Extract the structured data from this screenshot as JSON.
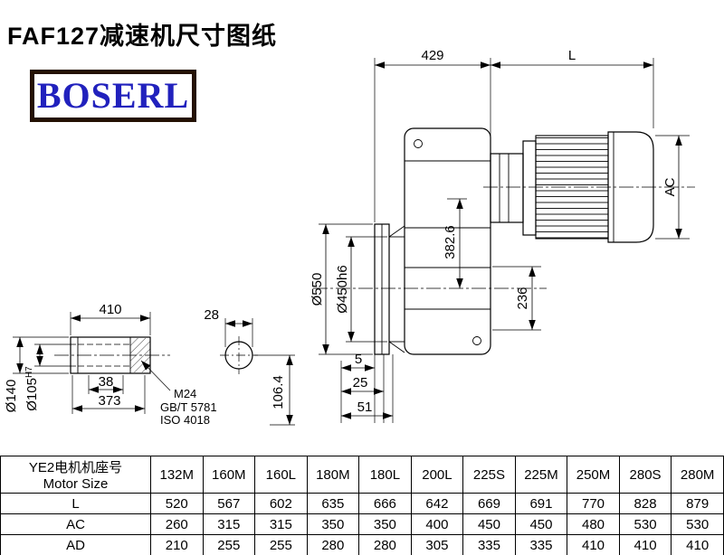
{
  "page": {
    "title": "FAF127减速机尺寸图纸"
  },
  "logo": {
    "text": "BOSERL",
    "text_color": "#2121bd",
    "border_color": "#241103"
  },
  "main_view": {
    "dim_429": "429",
    "dim_L": "L",
    "dim_AC": "AC",
    "dim_550": "Ø550",
    "dim_450": "Ø450h6",
    "dim_382": "382.6",
    "dim_236": "236",
    "dim_5": "5",
    "dim_25": "25",
    "dim_51": "51"
  },
  "shaft_view": {
    "dim_410": "410",
    "dim_28": "28",
    "dim_38": "38",
    "dim_373": "373",
    "dim_140": "Ø140",
    "dim_105": "Ø105",
    "dim_105_sup": "H7",
    "dim_106": "106.4",
    "note_m24": "M24",
    "note_gb": "GB/T 5781",
    "note_iso": "ISO 4018"
  },
  "table": {
    "header": {
      "line1": "YE2电机机座号",
      "line2": "Motor Size"
    },
    "columns": [
      "132M",
      "160M",
      "160L",
      "180M",
      "180L",
      "200L",
      "225S",
      "225M",
      "250M",
      "280S",
      "280M"
    ],
    "rows": [
      {
        "label": "L",
        "values": [
          "520",
          "567",
          "602",
          "635",
          "666",
          "642",
          "669",
          "691",
          "770",
          "828",
          "879"
        ]
      },
      {
        "label": "AC",
        "values": [
          "260",
          "315",
          "315",
          "350",
          "350",
          "400",
          "450",
          "450",
          "480",
          "530",
          "530"
        ]
      },
      {
        "label": "AD",
        "values": [
          "210",
          "255",
          "255",
          "280",
          "280",
          "305",
          "335",
          "335",
          "410",
          "410",
          "410"
        ]
      }
    ]
  }
}
